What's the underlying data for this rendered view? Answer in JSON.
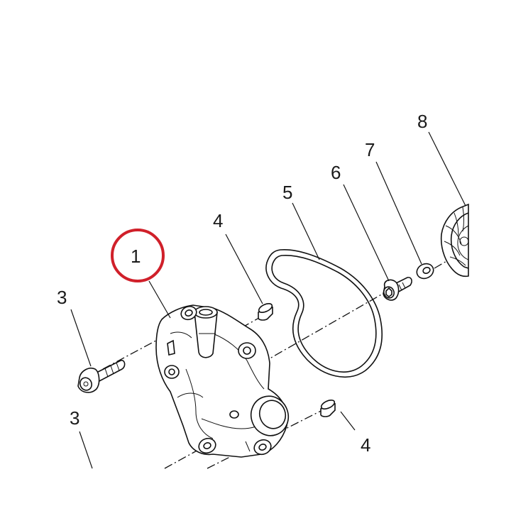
{
  "callouts": [
    {
      "id": "callout-1",
      "text": "1"
    },
    {
      "id": "callout-3-top",
      "text": "3"
    },
    {
      "id": "callout-3-bottom",
      "text": "3"
    },
    {
      "id": "callout-4-top",
      "text": "4"
    },
    {
      "id": "callout-4-bottom",
      "text": "4"
    },
    {
      "id": "callout-5",
      "text": "5"
    },
    {
      "id": "callout-6",
      "text": "6"
    },
    {
      "id": "callout-7",
      "text": "7"
    },
    {
      "id": "callout-8",
      "text": "8"
    }
  ],
  "highlight": {
    "callout": "1",
    "color": "#d0202a"
  },
  "colors": {
    "line": "#111111",
    "background": "#ffffff"
  }
}
